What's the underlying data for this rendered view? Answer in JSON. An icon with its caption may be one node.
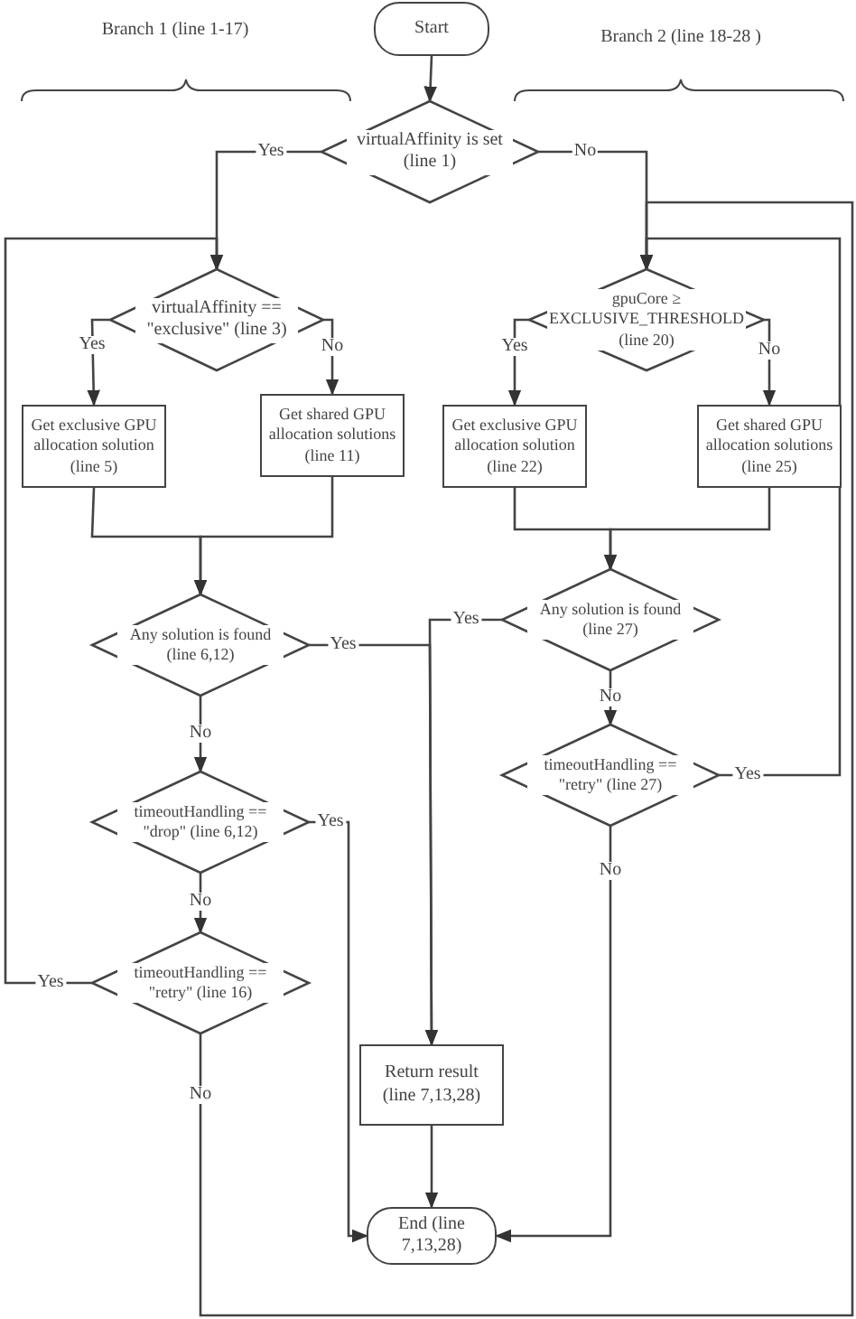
{
  "diagram": {
    "nodes": [
      {
        "text": [
          "Start"
        ]
      },
      {
        "text": [
          "virtualAffinity is set (line 1)"
        ]
      },
      {
        "text": [
          "virtualAffinity == \"exclusive\" (line 3)"
        ]
      },
      {
        "text": [
          "gpuCore ≥ EXCLUSIVE_THRESHOLD (line 20)"
        ]
      },
      {
        "text": [
          "Get exclusive GPU allocation solution (line 5)"
        ]
      },
      {
        "text": [
          "Get shared GPU allocation solutions (line 11)"
        ]
      },
      {
        "text": [
          "Get exclusive GPU allocation solution (line 22)"
        ]
      },
      {
        "text": [
          "Get shared GPU allocation solutions (line 25)"
        ]
      },
      {
        "text": [
          "Any solution is found (line 27)"
        ]
      },
      {
        "text": [
          "Any solution is found (line 6,12)"
        ]
      },
      {
        "text": [
          "timeoutHandling == \"retry\" (line 27)"
        ]
      },
      {
        "text": [
          "timeoutHandling == \"drop\" (line 6,12)"
        ]
      },
      {
        "text": [
          "timeoutHandling == \"retry\" (line 16)"
        ]
      },
      {
        "text": [
          "Return result (line 7,13,28)"
        ]
      },
      {
        "text": [
          "End (line 7,13,28)"
        ]
      }
    ],
    "edges": [
      {
        "from": 0,
        "to": 1,
        "arrow": "to"
      },
      {
        "from": 1,
        "to": 2,
        "arrow": "to",
        "label": "Yes"
      },
      {
        "from": 1,
        "to": 3,
        "arrow": "to",
        "label": "No"
      },
      {
        "from": 2,
        "to": 4,
        "arrow": "to",
        "label": "Yes"
      },
      {
        "from": 2,
        "to": 5,
        "arrow": "to",
        "label": "No"
      },
      {
        "from": 3,
        "to": 6,
        "arrow": "to",
        "label": "Yes"
      },
      {
        "from": 3,
        "to": 7,
        "arrow": "to",
        "label": "No"
      },
      {
        "from": 4,
        "to": 9,
        "arrow": "to"
      },
      {
        "from": 5,
        "to": 9,
        "arrow": "to"
      },
      {
        "from": 6,
        "to": 8,
        "arrow": "to"
      },
      {
        "from": 7,
        "to": 8,
        "arrow": "to"
      },
      {
        "from": 9,
        "to": 13,
        "arrow": "to",
        "label": "Yes"
      },
      {
        "from": 8,
        "to": 13,
        "arrow": "to",
        "label": "Yes"
      },
      {
        "from": 9,
        "to": 11,
        "arrow": "to",
        "label": "No"
      },
      {
        "from": 8,
        "to": 10,
        "arrow": "to",
        "label": "No"
      },
      {
        "from": 11,
        "to": 14,
        "arrow": "to",
        "label": "Yes"
      },
      {
        "from": 11,
        "to": 12,
        "arrow": "to",
        "label": "No"
      },
      {
        "from": 10,
        "to": 14,
        "arrow": "to",
        "label": "No"
      },
      {
        "from": 10,
        "to": 3,
        "arrow": "to",
        "label": "Yes"
      },
      {
        "from": 12,
        "to": 2,
        "arrow": "to",
        "label": "Yes"
      },
      {
        "from": 12,
        "to": 3,
        "arrow": "to",
        "label": "No"
      },
      {
        "from": 13,
        "to": 14,
        "arrow": "to"
      }
    ],
    "labels": [
      "Branch 1 (line 1-17)",
      "Branch 2 (line 18-28 )"
    ]
  }
}
